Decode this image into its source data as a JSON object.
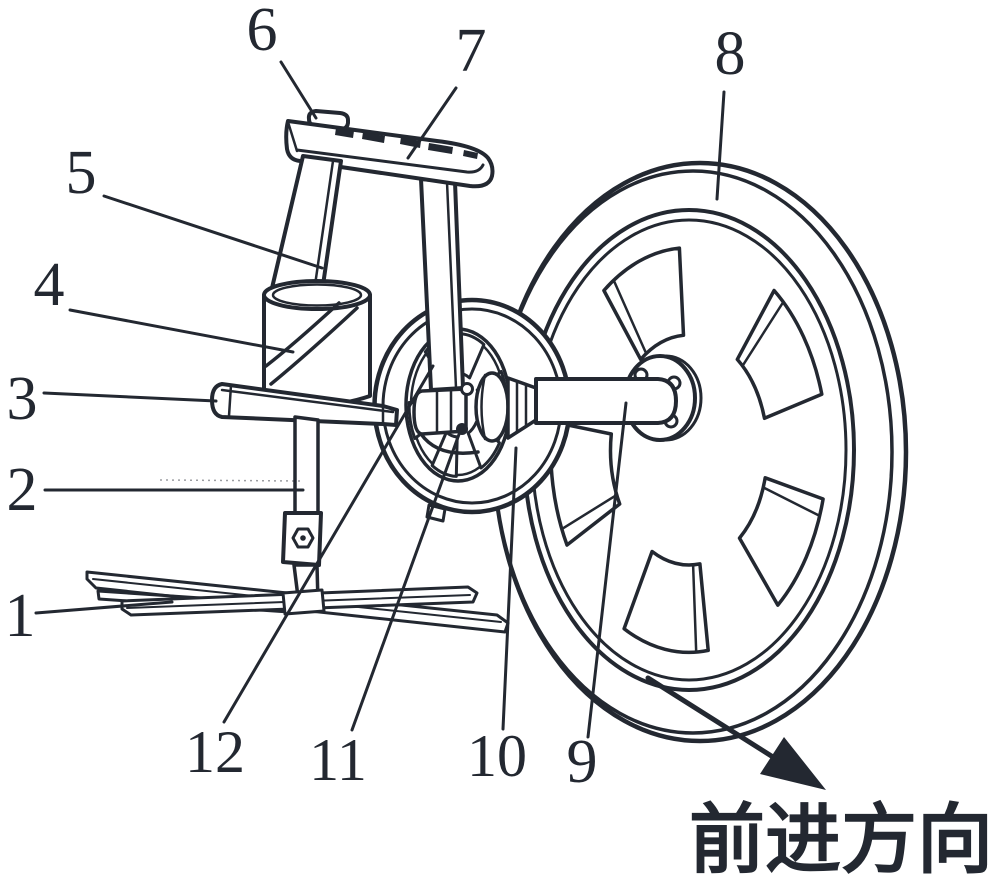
{
  "figure": {
    "type": "patent-line-drawing",
    "background_color": "#ffffff",
    "ink_color": "#232831",
    "caption": {
      "text": "前进方向"
    },
    "part_labels": [
      {
        "number": "1"
      },
      {
        "number": "2"
      },
      {
        "number": "3"
      },
      {
        "number": "4"
      },
      {
        "number": "5"
      },
      {
        "number": "6"
      },
      {
        "number": "7"
      },
      {
        "number": "8"
      },
      {
        "number": "9"
      },
      {
        "number": "10"
      },
      {
        "number": "11"
      },
      {
        "number": "12"
      }
    ]
  }
}
